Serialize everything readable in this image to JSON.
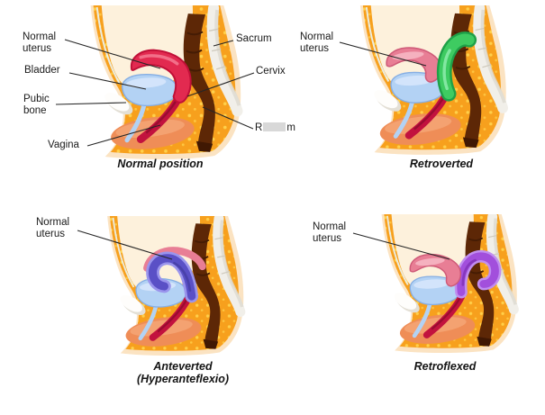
{
  "panels": [
    {
      "name": "normal-position",
      "caption": "Normal position",
      "labels": {
        "normal_uterus": "Normal uterus",
        "bladder": "Bladder",
        "pubic_bone": "Pubic bone",
        "vagina": "Vagina",
        "sacrum": "Sacrum",
        "cervix": "Cervix",
        "rectum_prefix": "R",
        "rectum_suffix": "m"
      }
    },
    {
      "name": "retroverted",
      "caption": "Retroverted",
      "labels": {
        "normal_uterus": "Normal uterus"
      }
    },
    {
      "name": "anteverted",
      "caption": "Anteverted",
      "caption_line2": "(Hyperanteflexio)",
      "labels": {
        "normal_uterus": "Normal uterus"
      }
    },
    {
      "name": "retroflexed",
      "caption": "Retroflexed",
      "labels": {
        "normal_uterus": "Normal uterus"
      }
    }
  ],
  "colors": {
    "body_peach": "#fbe3c2",
    "cavity_cream": "#fdf1dc",
    "tissue_orange": "#f7a01d",
    "tissue_dot": "#ffd04a",
    "bone_white": "#f1efe9",
    "rectum_brown": "#5d2706",
    "bladder_blue": "#b3d2f4",
    "vagina_red": "#c2123e",
    "perineum_salmon": "#ef8d57",
    "uterus_red": "#e22a50",
    "uterus_red_dark": "#c01038",
    "retroverted_green": "#3ecb61",
    "retroverted_green_dark": "#1fa048",
    "anteverted_blue": "#5a50c6",
    "anteverted_blue_light": "#9a94ec",
    "retroflexed_purple": "#a24fdc",
    "retroflexed_purple_light": "#c18ef0",
    "ghost_pink": "#e87e95",
    "label_text": "#1a1a1a",
    "redaction_gray": "#d8d8d8"
  }
}
